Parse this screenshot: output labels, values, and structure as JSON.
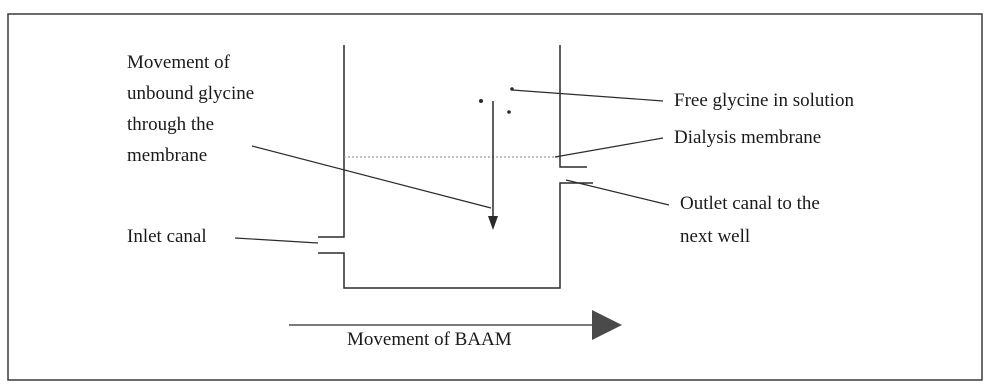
{
  "labels": {
    "movement_line1": "Movement of",
    "movement_line2": "unbound glycine",
    "movement_line3": "through the",
    "movement_line4": "membrane",
    "free_glycine": "Free glycine in solution",
    "dialysis_membrane": "Dialysis membrane",
    "outlet_line1": "Outlet canal to the",
    "outlet_line2": "next well",
    "inlet_canal": "Inlet canal",
    "baam": "Movement of BAAM"
  },
  "colors": {
    "line": "#2b2b2b",
    "frame": "#3a3a3a",
    "membrane": "#9a9a9a",
    "arrow_fill": "#4a4a4a",
    "text": "#1a1a1a"
  }
}
